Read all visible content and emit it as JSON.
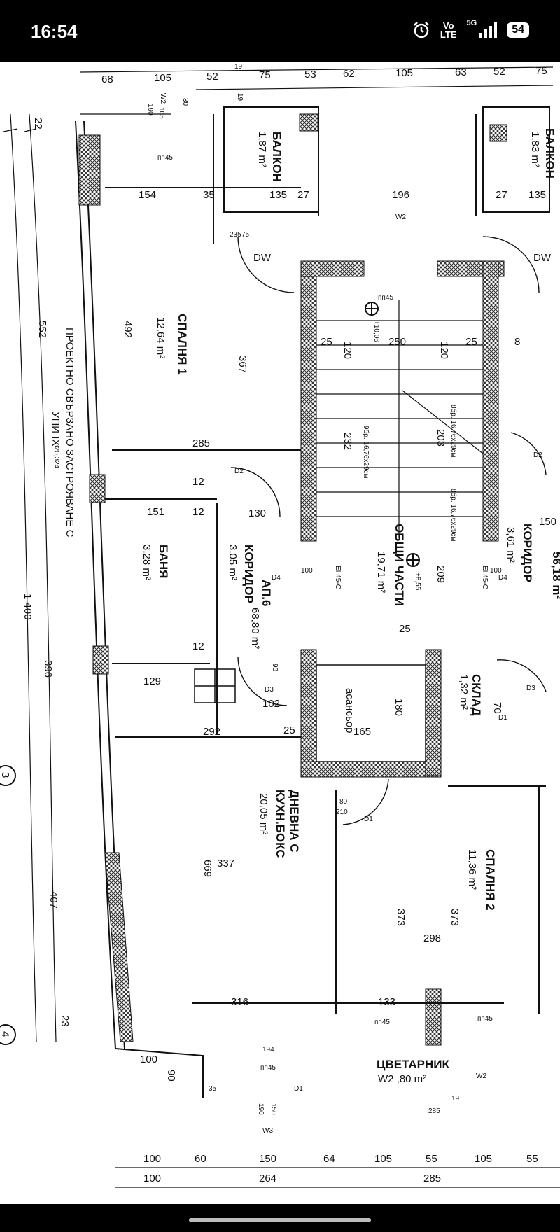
{
  "status_bar": {
    "time": "16:54",
    "alarm_icon": "alarm-clock-icon",
    "volte_top": "Vo",
    "volte_bottom": "LTE",
    "network": "5G",
    "signal_icon": "signal-bars-icon",
    "battery": "54"
  },
  "rooms": {
    "spalnya1": {
      "name": "СПАЛНЯ 1",
      "area": "12,64 m²"
    },
    "spalnya2": {
      "name": "СПАЛНЯ 2",
      "area": "11,36 m²"
    },
    "banya": {
      "name": "БАНЯ",
      "area": "3,28 m²"
    },
    "koridor_ap": {
      "name": "КОРИДОР",
      "area": "3,05 m²"
    },
    "koridor_right": {
      "name": "КОРИДОР",
      "area": "3,61 m²"
    },
    "obshti": {
      "name": "ОБЩИ ЧАСТИ",
      "area": "19,71 m²"
    },
    "ap6": {
      "name": "АП.6",
      "area": "68,80 m²"
    },
    "dnevna_line1": "ДНЕВНА С",
    "dnevna_line2": "КУХН.БОКС",
    "dnevna_area": "20,05 m²",
    "balkon_left": {
      "name": "БАЛКОН",
      "area": "1,87 m²"
    },
    "balkon_right": {
      "name": "БАЛКОН",
      "area": "1,83 m²"
    },
    "sklad": {
      "name": "СКЛАД",
      "area": "1,32 m²"
    },
    "tsvetarnik": {
      "name": "ЦВЕТАРНИК",
      "area": "W2 ,80 m²"
    },
    "asansyor": "асансьор",
    "ap_right_area": "56,18 m²"
  },
  "side_text": {
    "line1": "ПРОЕКТНО СВЪРЗАНО ЗАСТРОЯВАНЕ С",
    "line2": "УПИ IX",
    "line2_sub": "320,324"
  },
  "top_dims": [
    "68",
    "105",
    "52",
    "75",
    "53",
    "62",
    "105",
    "63",
    "52",
    "75"
  ],
  "top_small": [
    "19",
    "30",
    "19",
    "W2",
    "190",
    "105",
    "154",
    "35",
    "135",
    "27",
    "196",
    "135",
    "27"
  ],
  "left_dims": [
    "22",
    "552",
    "1 400",
    "396",
    "407",
    "23"
  ],
  "axes": {
    "a3": "3",
    "a4": "4"
  },
  "bottom_dims1": [
    "100",
    "60",
    "150",
    "64",
    "105",
    "55",
    "105",
    "55"
  ],
  "bottom_dims2": [
    "100",
    "264",
    "285"
  ],
  "bottom_small": [
    "100",
    "90",
    "194",
    "35",
    "W3",
    "190",
    "150",
    "285",
    "19"
  ],
  "interior_dims": {
    "d492": "492",
    "d367": "367",
    "d285": "285",
    "d151": "151",
    "d130": "130",
    "d12a": "12",
    "d12b": "12",
    "d12c": "12",
    "d120a": "120",
    "d120b": "120",
    "d250": "250",
    "d25a": "25",
    "d25b": "25",
    "d8a": "8",
    "d232": "232",
    "d203": "203",
    "d209": "209",
    "d180": "180",
    "d165": "165",
    "d292": "292",
    "d102": "102",
    "d129": "129",
    "d337": "337",
    "d373a": "373",
    "d373b": "373",
    "d298": "298",
    "d316": "316",
    "d133": "133",
    "d669": "669",
    "d25c": "25",
    "d25d": "25",
    "d150r": "150",
    "d70": "70"
  },
  "stairs": {
    "s1": "9бр. 16,76х29см",
    "s2": "8бр. 16,76х29см",
    "s3": "8бр. 16,76х29см"
  },
  "levels": {
    "l1": "+10,06",
    "l2": "+8,55"
  },
  "doors": {
    "dw": "DW",
    "d1": "D1",
    "d2": "D2",
    "d3": "D3",
    "d4": "D4",
    "w2": "W2",
    "pp45": "пп45",
    "ei45c": "EI 45-C",
    "d80": "80",
    "d210": "210",
    "d100": "100",
    "d90": "90",
    "d235": "235",
    "d75": "75"
  },
  "colors": {
    "hatch": "#444444",
    "line": "#111111",
    "paper": "#ffffff"
  }
}
